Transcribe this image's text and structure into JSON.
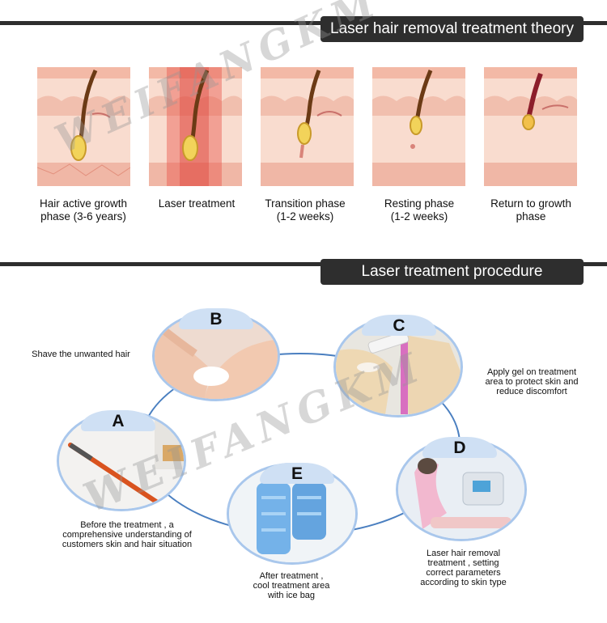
{
  "section1": {
    "title": "Laser hair removal treatment theory",
    "captions": [
      {
        "line1": "Hair active growth",
        "line2": "phase (3-6 years)"
      },
      {
        "line1": "Laser treatment",
        "line2": ""
      },
      {
        "line1": "Transition phase",
        "line2": "(1-2 weeks)"
      },
      {
        "line1": "Resting phase",
        "line2": "(1-2 weeks)"
      },
      {
        "line1": "Return to growth",
        "line2": "phase"
      }
    ]
  },
  "section2": {
    "title": "Laser treatment procedure",
    "steps": {
      "a": {
        "letter": "A",
        "lines": [
          "Before the treatment ,",
          "a",
          "comprehensive understanding of",
          "customers skin and hair situation"
        ]
      },
      "b": {
        "letter": "B",
        "lines": [
          "Shave the unwanted hair"
        ]
      },
      "c": {
        "letter": "C",
        "lines": [
          "Apply gel on treatment",
          "area to protect skin and",
          "reduce discomfort"
        ]
      },
      "d": {
        "letter": "D",
        "lines": [
          "Laser hair removal",
          "treatment , setting",
          "correct parameters",
          "according to skin type"
        ]
      },
      "e": {
        "letter": "E",
        "lines": [
          "After treatment ,",
          "cool treatment area",
          "with ice bag"
        ]
      }
    }
  },
  "watermark": "WEIFANGKM",
  "colors": {
    "bar": "#2e2e2e",
    "ring": "#4a7fc0",
    "tab": "#cfe0f4",
    "skin": "#f7cfc2",
    "hair": "#8a4a1e"
  }
}
